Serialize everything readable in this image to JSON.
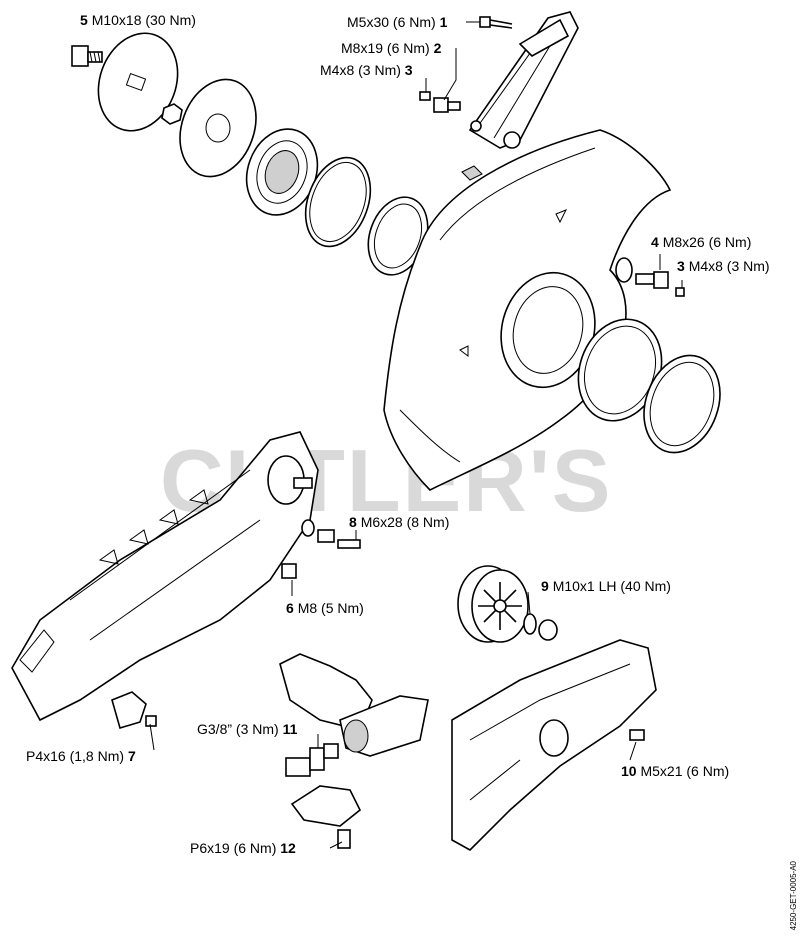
{
  "watermark": "CUTLER'S",
  "doc_id": "4250-GET-0005-A0",
  "callouts": [
    {
      "num": "5",
      "spec": "M10x18 (30 Nm)",
      "side": "left"
    },
    {
      "num": "1",
      "spec": "M5x30 (6 Nm)",
      "side": "right"
    },
    {
      "num": "2",
      "spec": "M8x19 (6 Nm)",
      "side": "right"
    },
    {
      "num": "3",
      "spec": "M4x8 (3 Nm)",
      "side": "right"
    },
    {
      "num": "4",
      "spec": "M8x26 (6 Nm)",
      "side": "left"
    },
    {
      "num": "3",
      "spec": "M4x8 (3 Nm)",
      "side": "left"
    },
    {
      "num": "8",
      "spec": "M6x28 (8 Nm)",
      "side": "left"
    },
    {
      "num": "6",
      "spec": "M8 (5 Nm)",
      "side": "left"
    },
    {
      "num": "9",
      "spec": "M10x1 LH (40 Nm)",
      "side": "left"
    },
    {
      "num": "7",
      "spec": "P4x16 (1,8 Nm)",
      "side": "right"
    },
    {
      "num": "11",
      "spec": "G3/8” (3 Nm)",
      "side": "right"
    },
    {
      "num": "10",
      "spec": "M5x21 (6 Nm)",
      "side": "left"
    },
    {
      "num": "12",
      "spec": "P6x19 (6 Nm)",
      "side": "right"
    }
  ]
}
